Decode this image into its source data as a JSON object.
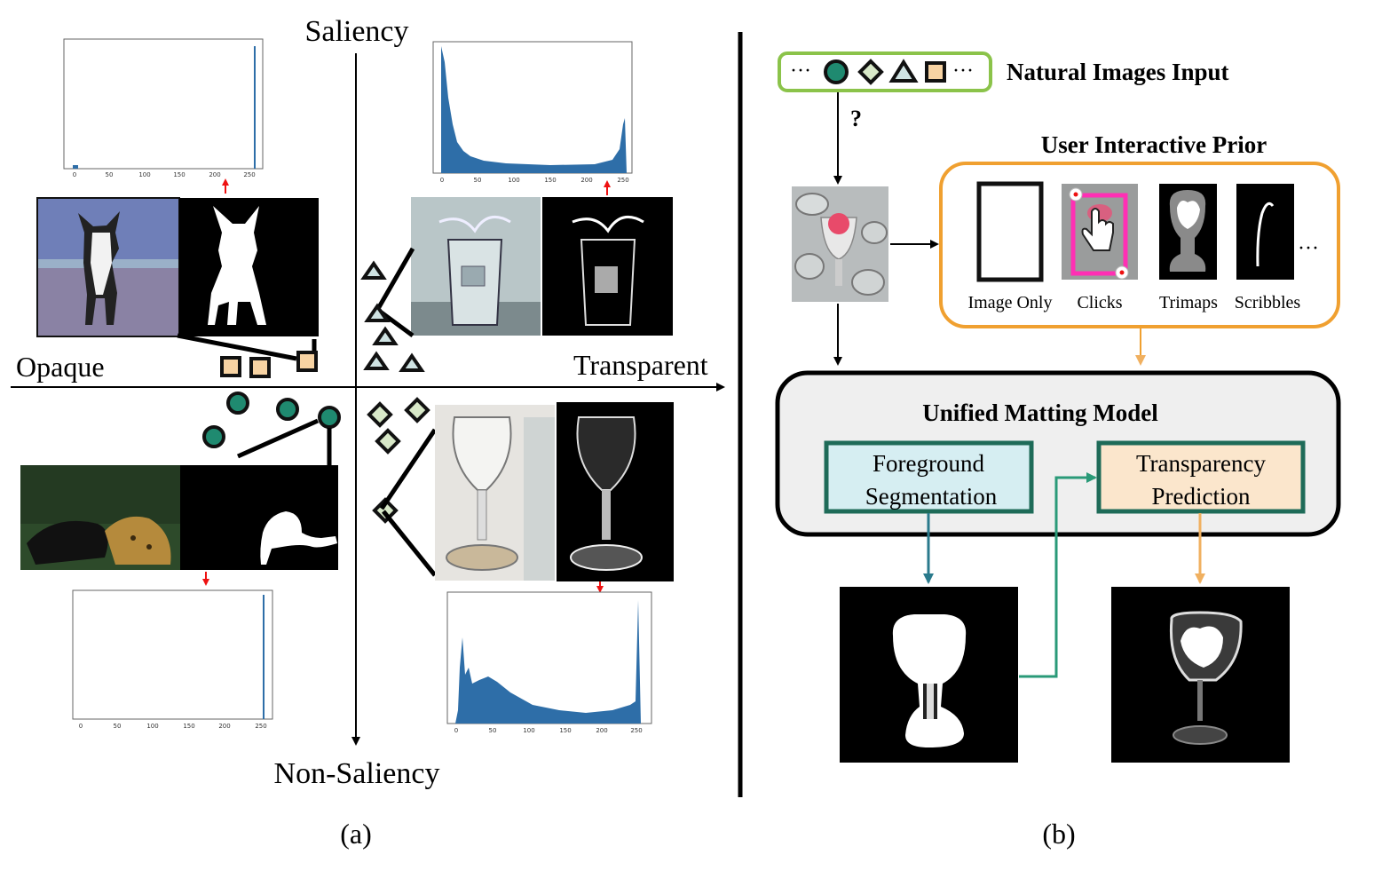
{
  "panel_a": {
    "axes": {
      "top": "Saliency",
      "bottom": "Non-Saliency",
      "left": "Opaque",
      "right": "Transparent"
    },
    "histogram_ticks": [
      "0",
      "50",
      "100",
      "150",
      "200",
      "250"
    ],
    "caption": "(a)"
  },
  "panel_b": {
    "input_label": "Natural Images Input",
    "question_mark": "?",
    "prior_title": "User Interactive Prior",
    "priors": [
      {
        "label": "Image Only"
      },
      {
        "label": "Clicks"
      },
      {
        "label": "Trimaps"
      },
      {
        "label": "Scribbles"
      }
    ],
    "prior_more": "···",
    "input_dots": "···",
    "model_title": "Unified Matting Model",
    "fg_line1": "Foreground",
    "fg_line2": "Segmentation",
    "tp_line1": "Transparency",
    "tp_line2": "Prediction",
    "caption": "(b)"
  },
  "colors": {
    "green_border": "#8bc34a",
    "orange_border": "#f0a030",
    "teal": "#1f8a70",
    "fg_fill": "#d6eef2",
    "tp_fill": "#fbe6cc",
    "box_border": "#1e6b58",
    "model_fill": "#efefef",
    "hist_blue": "#2e6ea8",
    "square_fill": "#f7d3a3",
    "circle_fill": "#1f8a70",
    "diamond_fill": "#d8e8c8",
    "click_pink": "#ff2fb4"
  }
}
